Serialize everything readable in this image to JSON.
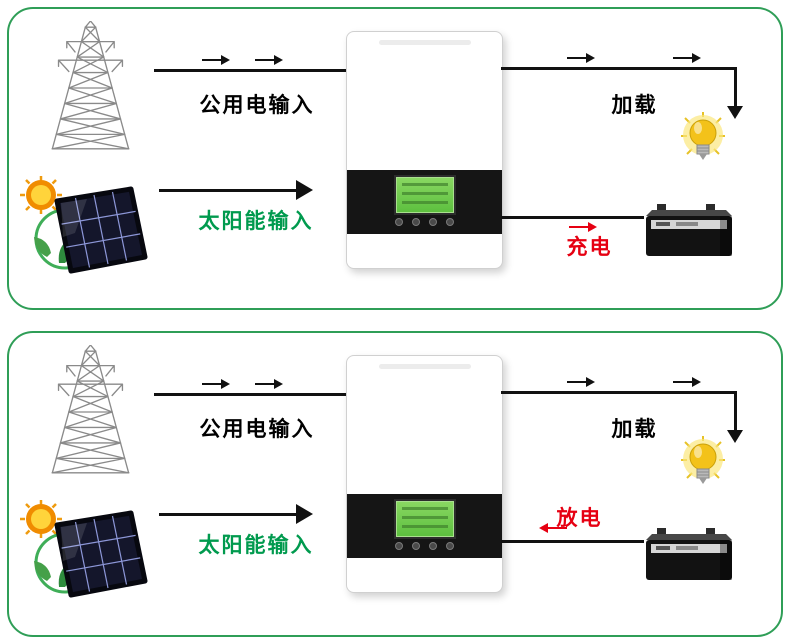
{
  "colors": {
    "panel_border": "#2f9e57",
    "flow_line": "#111111",
    "solar_label_text": "#009a4e",
    "battery_flow_text": "#e60012"
  },
  "panels": [
    {
      "utility_input_label": "公用电输入",
      "solar_input_label": "太阳能输入",
      "load_label": "加载",
      "battery_flow_label": "充电",
      "battery_flow_direction": "toward-battery"
    },
    {
      "utility_input_label": "公用电输入",
      "solar_input_label": "太阳能输入",
      "load_label": "加载",
      "battery_flow_label": "放电",
      "battery_flow_direction": "toward-inverter"
    }
  ]
}
